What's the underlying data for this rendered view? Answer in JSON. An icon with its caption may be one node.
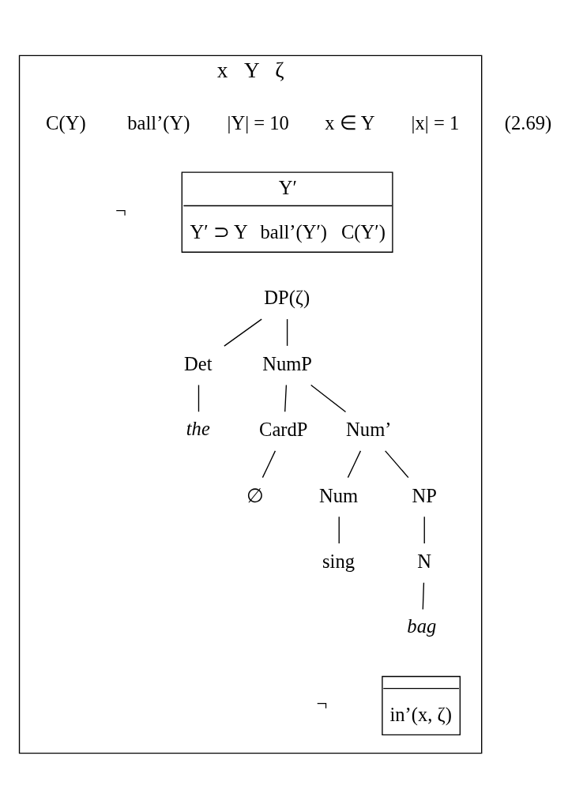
{
  "diagram": {
    "nodes": [
      {
        "text": [
          "x   Y   ζ"
        ],
        "beside": [
          "(2.69)"
        ]
      },
      {
        "text": [
          "Y′",
          "Y′ ⊃ Y",
          "ball’(Y′)",
          "C(Y′)"
        ],
        "in": 0
      },
      {
        "text": [
          "DP(ζ)"
        ],
        "in": 0
      },
      {
        "text": [
          "Det"
        ],
        "in": 0
      },
      {
        "text": [
          "NumP"
        ],
        "in": 0
      },
      {
        "text": [
          "the"
        ],
        "in": 0
      },
      {
        "text": [
          "CardP"
        ],
        "in": 0
      },
      {
        "text": [
          "Num’"
        ],
        "in": 0
      },
      {
        "text": [
          "∅"
        ],
        "in": 0
      },
      {
        "text": [
          "Num"
        ],
        "in": 0
      },
      {
        "text": [
          "NP"
        ],
        "in": 0
      },
      {
        "text": [
          "sing"
        ],
        "in": 0
      },
      {
        "text": [
          "N"
        ],
        "in": 0
      },
      {
        "text": [
          "bag"
        ],
        "in": 0
      },
      {
        "text": [
          "in’(x, ζ)"
        ],
        "in": 0
      }
    ],
    "edges": [
      {
        "from": 2,
        "to": 3,
        "arrow": "none"
      },
      {
        "from": 2,
        "to": 4,
        "arrow": "none"
      },
      {
        "from": 3,
        "to": 5,
        "arrow": "none"
      },
      {
        "from": 4,
        "to": 6,
        "arrow": "none"
      },
      {
        "from": 4,
        "to": 7,
        "arrow": "none"
      },
      {
        "from": 6,
        "to": 8,
        "arrow": "none"
      },
      {
        "from": 7,
        "to": 9,
        "arrow": "none"
      },
      {
        "from": 7,
        "to": 10,
        "arrow": "none"
      },
      {
        "from": 9,
        "to": 11,
        "arrow": "none"
      },
      {
        "from": 10,
        "to": 12,
        "arrow": "none"
      },
      {
        "from": 12,
        "to": 13,
        "arrow": "none"
      }
    ],
    "labels": [
      "|x| = 1",
      "x ∈ Y",
      "|Y| = 10",
      "ball’(Y)",
      "C(Y)",
      "¬",
      "¬"
    ]
  }
}
